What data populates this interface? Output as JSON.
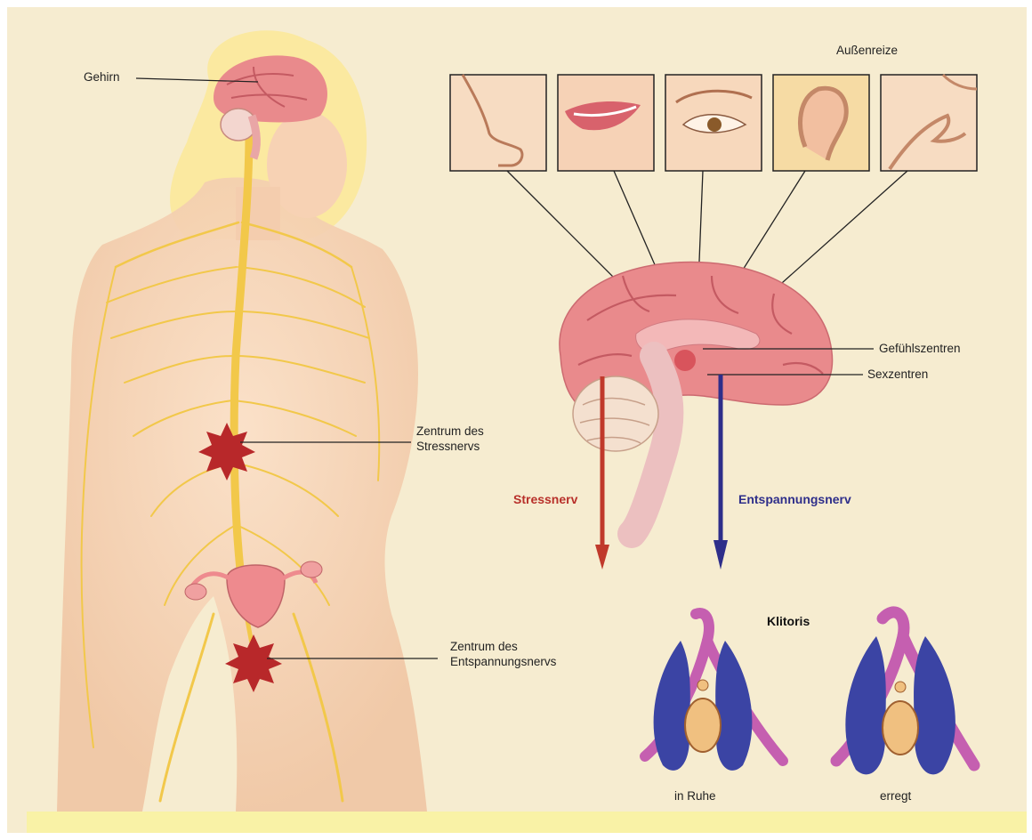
{
  "colors": {
    "background": "#f6ecd0",
    "stress_nerve": "#c0392b",
    "relax_nerve": "#2e2e8a",
    "nerve": "#f2c84a",
    "brain": "#e98a8c",
    "klitoris_shaft": "#c55fb0",
    "klitoris_bulb": "#3b44a4"
  },
  "labels": {
    "brain": "Gehirn",
    "external_stimuli": "Außenreize",
    "stress_center_line1": "Zentrum des",
    "stress_center_line2": "Stressnervs",
    "relax_center_line1": "Zentrum des",
    "relax_center_line2": "Entspannungsnervs",
    "emotion_centers": "Gefühlszentren",
    "sex_centers": "Sexzentren",
    "stress_nerve": "Stressnerv",
    "relax_nerve": "Entspannungsnerv",
    "clitoris_title": "Klitoris",
    "at_rest": "in Ruhe",
    "aroused": "erregt"
  },
  "stimuli": [
    {
      "icon": "nose-icon"
    },
    {
      "icon": "mouth-icon"
    },
    {
      "icon": "eye-icon"
    },
    {
      "icon": "ear-icon"
    },
    {
      "icon": "touch-icon"
    }
  ]
}
